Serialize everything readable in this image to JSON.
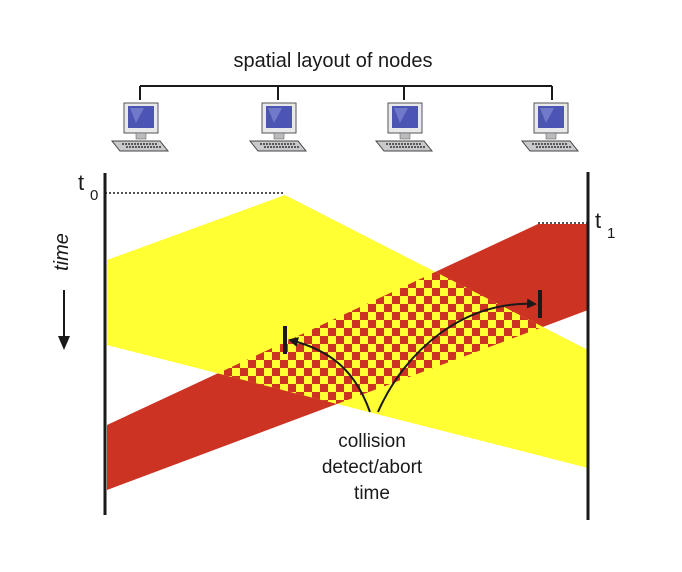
{
  "diagram": {
    "title": "spatial layout of nodes",
    "time_axis_label": "time",
    "t0": {
      "base": "t",
      "sub": "0"
    },
    "t1": {
      "base": "t",
      "sub": "1"
    },
    "annotation_lines": [
      "collision",
      "detect/abort",
      "time"
    ],
    "node_icon": "computer-icon",
    "colors": {
      "yellow": "#ffff33",
      "red": "#cc3322",
      "line": "#1a1a1a",
      "screen": "#4c55b3"
    }
  }
}
